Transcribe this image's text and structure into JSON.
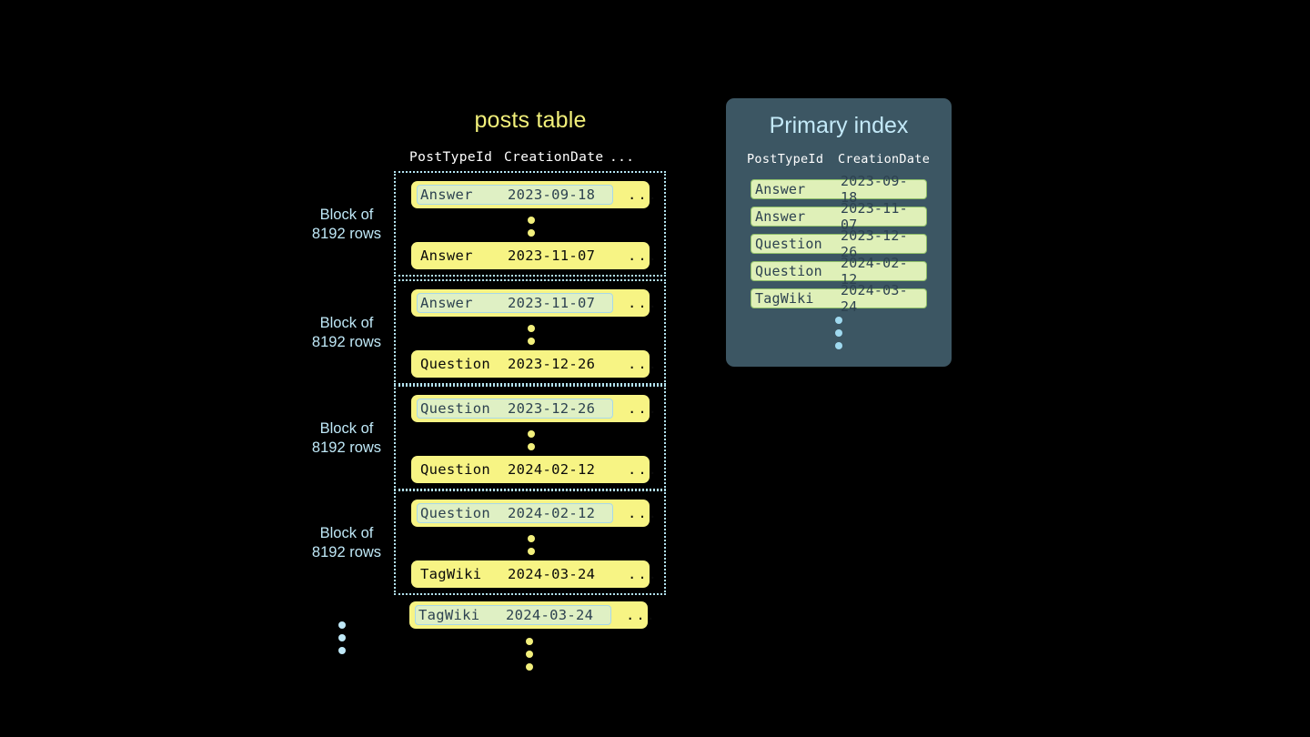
{
  "posts_table": {
    "title": "posts table",
    "columns": [
      "PostTypeId",
      "CreationDate",
      "..."
    ],
    "blocks": [
      {
        "label_line1": "Block of",
        "label_line2": "8192 rows",
        "first_row": {
          "type": "Answer",
          "date": "2023-09-18",
          "more": "...",
          "highlighted": true
        },
        "last_row": {
          "type": "Answer",
          "date": "2023-11-07",
          "more": "...",
          "highlighted": false
        }
      },
      {
        "label_line1": "Block of",
        "label_line2": "8192 rows",
        "first_row": {
          "type": "Answer",
          "date": "2023-11-07",
          "more": "...",
          "highlighted": true
        },
        "last_row": {
          "type": "Question",
          "date": "2023-12-26",
          "more": "...",
          "highlighted": false
        }
      },
      {
        "label_line1": "Block of",
        "label_line2": "8192 rows",
        "first_row": {
          "type": "Question",
          "date": "2023-12-26",
          "more": "...",
          "highlighted": true
        },
        "last_row": {
          "type": "Question",
          "date": "2024-02-12",
          "more": "...",
          "highlighted": false
        }
      },
      {
        "label_line1": "Block of",
        "label_line2": "8192 rows",
        "first_row": {
          "type": "Question",
          "date": "2024-02-12",
          "more": "...",
          "highlighted": true
        },
        "last_row": {
          "type": "TagWiki",
          "date": "2024-03-24",
          "more": "...",
          "highlighted": false
        }
      }
    ],
    "trailing_row": {
      "type": "TagWiki",
      "date": "2024-03-24",
      "more": "...",
      "highlighted": true
    }
  },
  "primary_index": {
    "title": "Primary index",
    "columns": [
      "PostTypeId",
      "CreationDate"
    ],
    "rows": [
      {
        "type": "Answer",
        "date": "2023-09-18"
      },
      {
        "type": "Answer",
        "date": "2023-11-07"
      },
      {
        "type": "Question",
        "date": "2023-12-26"
      },
      {
        "type": "Question",
        "date": "2024-02-12"
      },
      {
        "type": "TagWiki",
        "date": "2024-03-24"
      }
    ]
  },
  "colors": {
    "background": "#000000",
    "row_fill": "#f7f484",
    "highlight_fill": "#dff0c4",
    "highlight_border": "#a8d8e8",
    "index_panel": "#3c5663",
    "index_row_fill": "#dff0b8",
    "index_row_border": "#8fbf6a",
    "accent_blue": "#bfe8f7",
    "title_yellow": "#f2f07a",
    "title_blue": "#c3e9f8"
  }
}
